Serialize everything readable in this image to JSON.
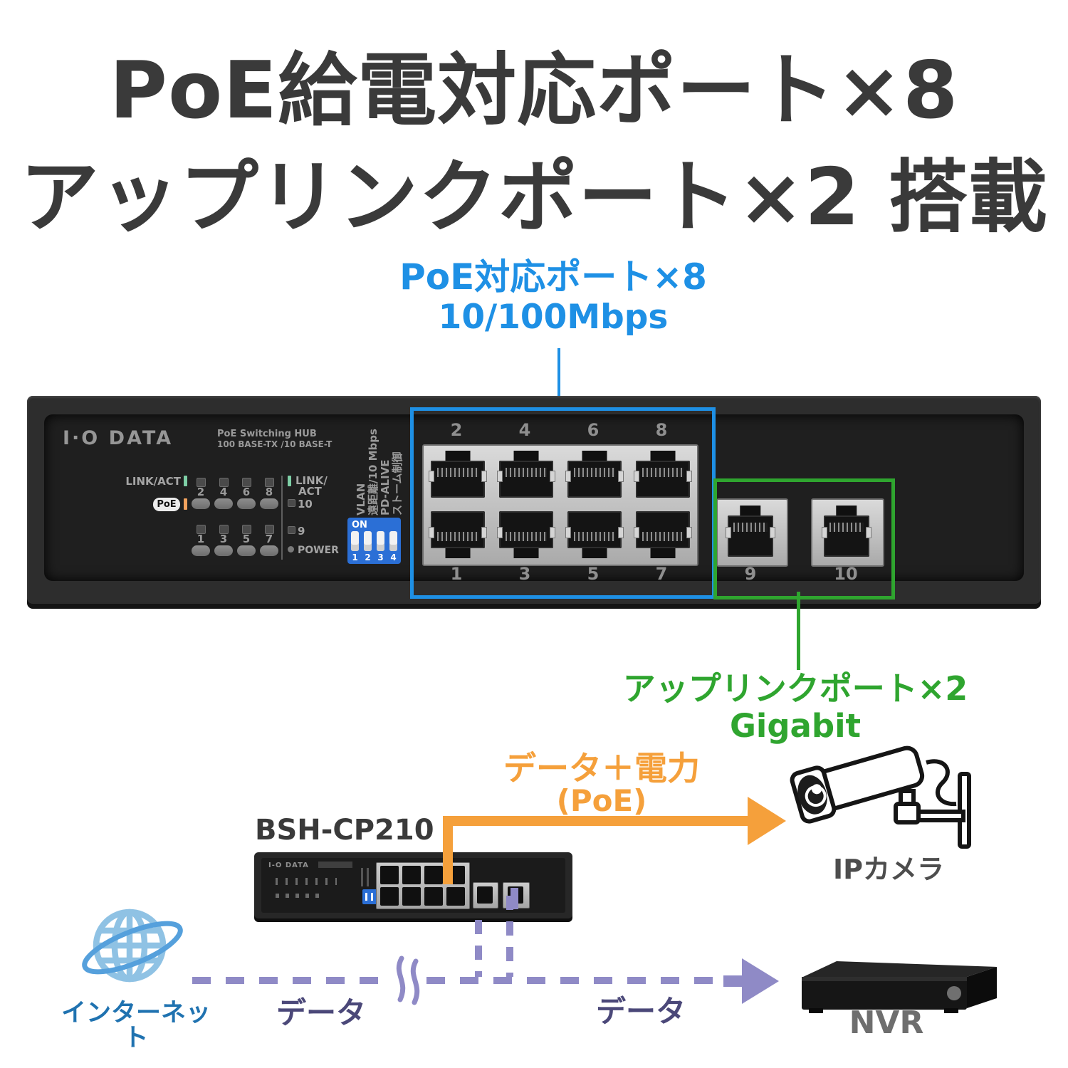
{
  "headline": {
    "line1": "PoE給電対応ポート×8",
    "line2": "アップリンクポート×2 搭載"
  },
  "poe_callout": {
    "title": "PoE対応ポート×8",
    "subtitle": "10/100Mbps"
  },
  "uplink_callout": {
    "title": "アップリンクポート×2",
    "subtitle": "Gigabit"
  },
  "switch_panel": {
    "brand": "I·O DATA",
    "model_line1": "PoE  Switching HUB",
    "model_line2": "100 BASE-TX /10 BASE-T",
    "led": {
      "link_act": "LINK/ACT",
      "poe": "PoE",
      "top_ports": [
        "2",
        "4",
        "6",
        "8"
      ],
      "bottom_ports": [
        "1",
        "3",
        "5",
        "7"
      ],
      "uplink_link1": "LINK/",
      "uplink_link2": "ACT",
      "uplink_top": "10",
      "uplink_bottom": "9",
      "power": "POWER"
    },
    "dip": {
      "on": "ON",
      "numbers": [
        "1",
        "2",
        "3",
        "4"
      ],
      "functions": [
        "VLAN",
        "遠距離/10 Mbps",
        "PD-ALIVE",
        "ストーム制御"
      ]
    },
    "ports": {
      "top_numbers": [
        "2",
        "4",
        "6",
        "8"
      ],
      "bottom_numbers": [
        "1",
        "3",
        "5",
        "7"
      ],
      "uplink_numbers": [
        "9",
        "10"
      ]
    }
  },
  "diagram": {
    "model": "BSH-CP210",
    "mini_brand": "I-O DATA",
    "poe_link_line1": "データ＋電力",
    "poe_link_line2": "(PoE)",
    "internet_label": "インターネット",
    "data_label_left": "データ",
    "data_label_right": "データ",
    "camera_label": "IPカメラ",
    "nvr_label": "NVR"
  },
  "colors": {
    "headline": "#3A3A3A",
    "accent_blue": "#1E90E5",
    "accent_green": "#2FA52F",
    "accent_orange": "#F5A03B",
    "accent_purple": "#8F8AC6",
    "internet_blue": "#1F72B0",
    "data_text": "#4B4879",
    "dip_blue": "#2B6FD6"
  }
}
